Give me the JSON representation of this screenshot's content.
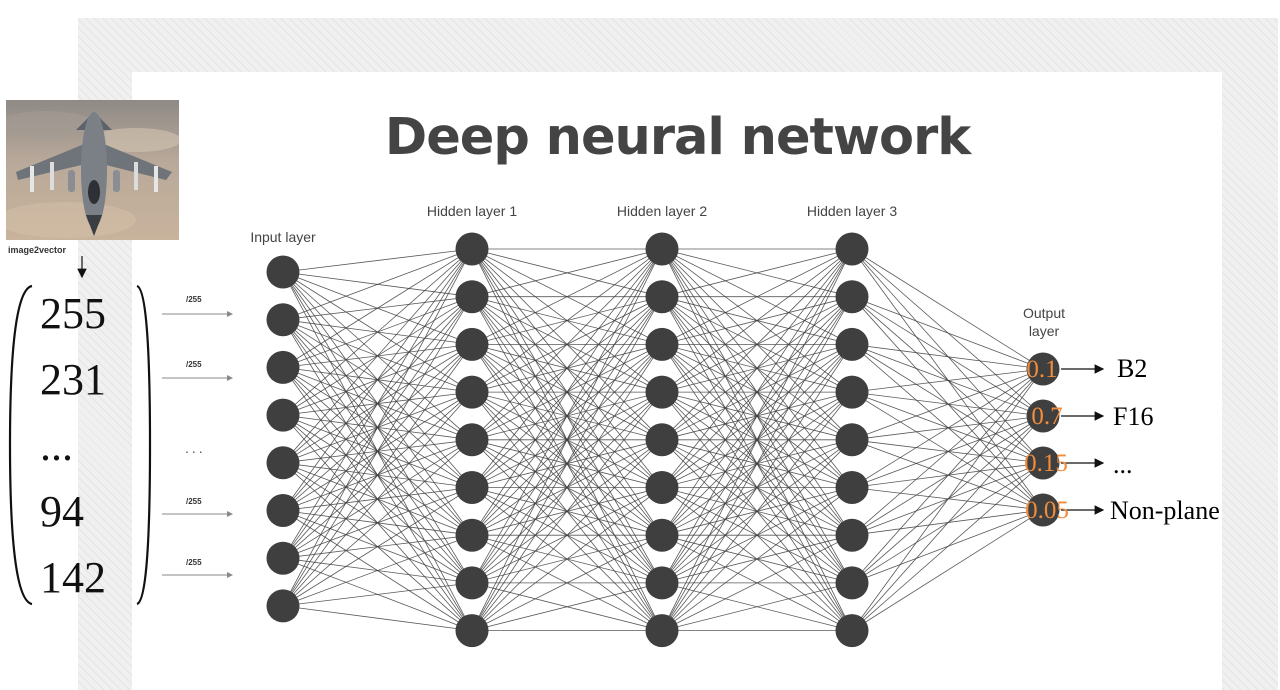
{
  "title": "Deep neural network",
  "image2vector_label": "image2vector",
  "input_vector": {
    "values": [
      "255",
      "231",
      "...",
      "94",
      "142"
    ],
    "normalize_labels": [
      "/255",
      "/255",
      "/255",
      "/255"
    ],
    "ellipsis": "..."
  },
  "layers": [
    {
      "name": "Input layer",
      "neurons": 8
    },
    {
      "name": "Hidden layer 1",
      "neurons": 9
    },
    {
      "name": "Hidden layer 2",
      "neurons": 9
    },
    {
      "name": "Hidden layer 3",
      "neurons": 9
    },
    {
      "name": "Output\nlayer",
      "neurons": 4
    }
  ],
  "outputs": [
    {
      "value": "0.1",
      "label": "B2"
    },
    {
      "value": "0.7",
      "label": "F16"
    },
    {
      "value": "0.15",
      "label": "..."
    },
    {
      "value": "0.05",
      "label": "Non-plane"
    }
  ],
  "colors": {
    "neuron": "#3f3f3f",
    "edge": "#3c3c3c",
    "output_value": "#f08c3c",
    "title": "#444444"
  }
}
